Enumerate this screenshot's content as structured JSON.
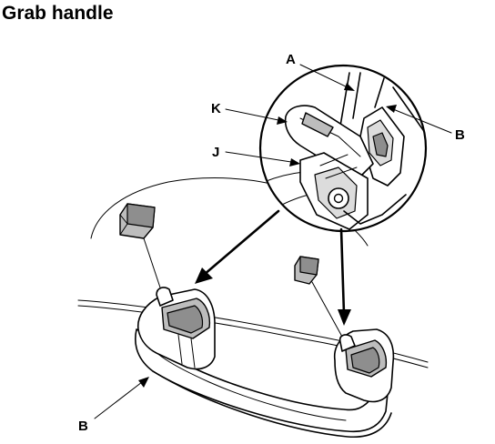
{
  "title": "Grab handle",
  "callouts": {
    "a": "A",
    "b_detail": "B",
    "k": "K",
    "j": "J",
    "b_handle": "B"
  }
}
